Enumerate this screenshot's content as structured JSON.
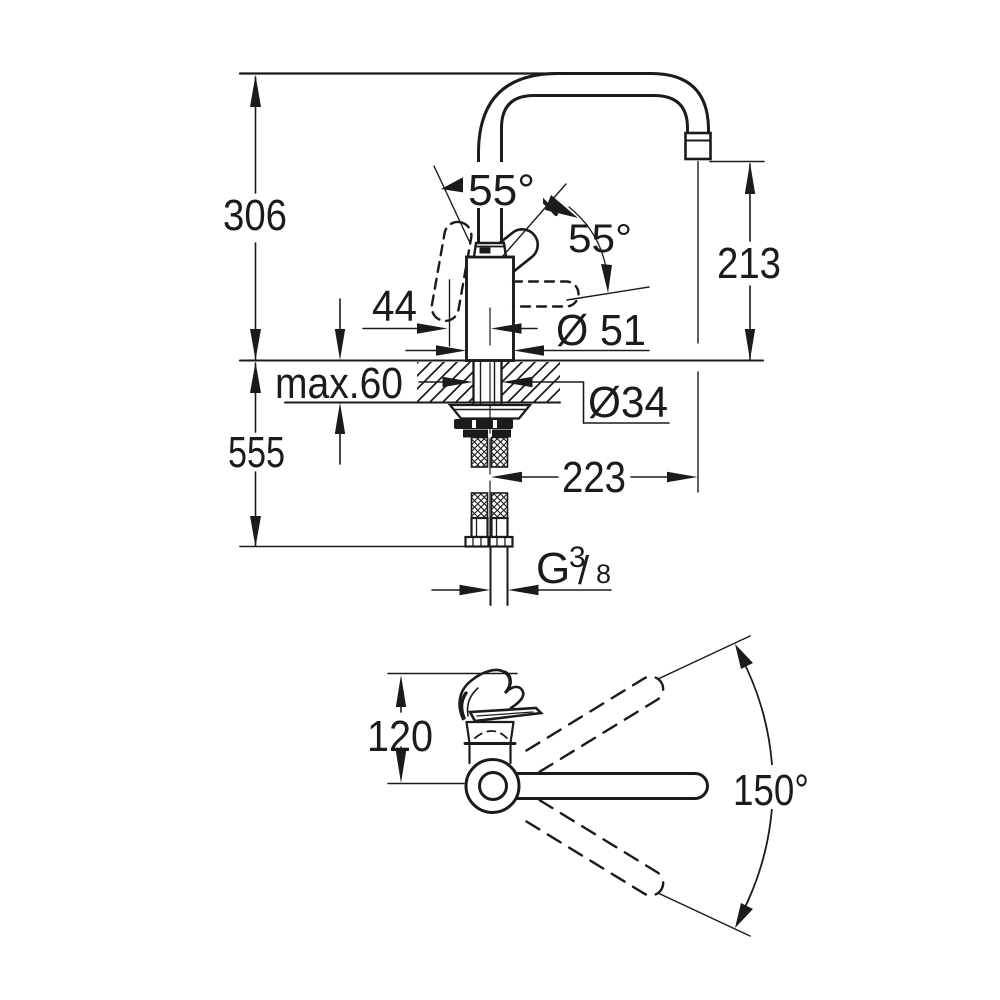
{
  "meta": {
    "type": "technical-dimension-drawing",
    "subject": "single-lever kitchen sink mixer tap, front view and top view",
    "background_color": "#ffffff",
    "line_color": "#1b1b1b"
  },
  "dimensions": {
    "total_height": "306",
    "handle_open_angle": "55°",
    "handle_front_angle": "55°",
    "outlet_height": "213",
    "front_offset": "44",
    "body_diameter": "Ø 51",
    "max_deck_thickness": "max.60",
    "shank_diameter": "Ø34",
    "below_deck_length": "555",
    "spout_reach": "223",
    "thread": {
      "prefix": "G",
      "numerator": "3",
      "slash": "/",
      "denominator": "8"
    },
    "handle_top_height": "120",
    "swivel_angle": "150°"
  }
}
